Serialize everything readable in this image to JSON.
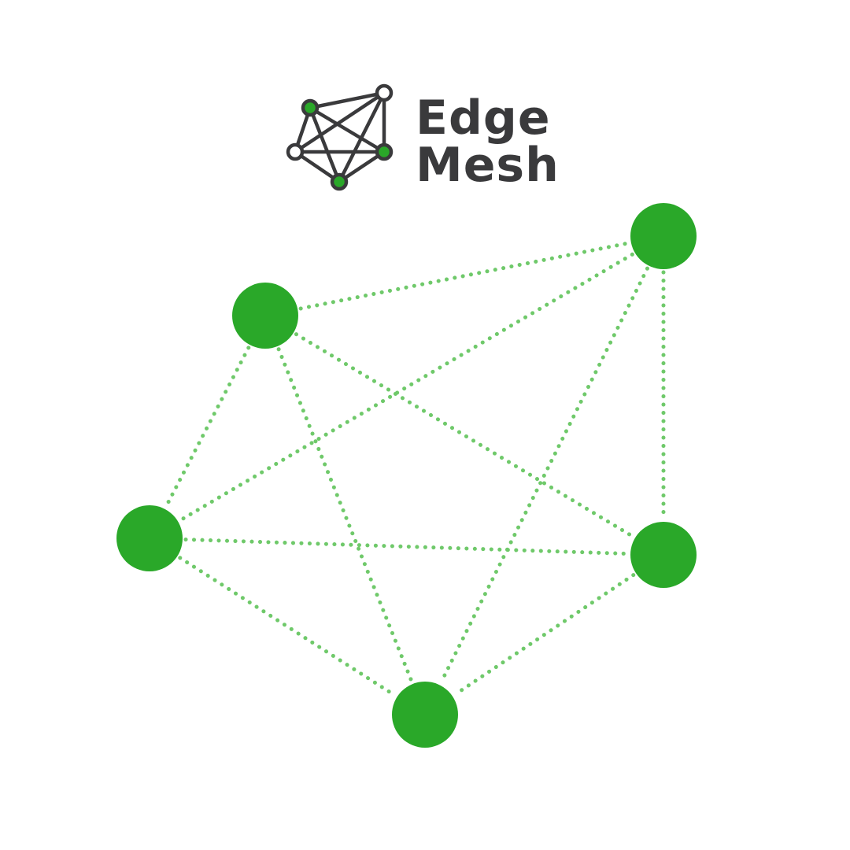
{
  "brand": {
    "line1": "Edge",
    "line2": "Mesh",
    "logo_icon": "mesh-network-icon",
    "text_color": "#3a3a3c"
  },
  "colors": {
    "node": "#2aa829",
    "edge": "#6fc96a",
    "logo_stroke": "#3a3a3c",
    "logo_fill_hollow": "#ffffff",
    "logo_fill_solid": "#2aa829"
  },
  "diagram": {
    "nodes": [
      {
        "id": "node-a"
      },
      {
        "id": "node-b"
      },
      {
        "id": "node-c"
      },
      {
        "id": "node-d"
      },
      {
        "id": "node-e"
      }
    ],
    "edges": [
      [
        "node-a",
        "node-b"
      ],
      [
        "node-a",
        "node-c"
      ],
      [
        "node-a",
        "node-d"
      ],
      [
        "node-a",
        "node-e"
      ],
      [
        "node-b",
        "node-c"
      ],
      [
        "node-b",
        "node-d"
      ],
      [
        "node-b",
        "node-e"
      ],
      [
        "node-c",
        "node-d"
      ],
      [
        "node-c",
        "node-e"
      ],
      [
        "node-d",
        "node-e"
      ]
    ]
  }
}
